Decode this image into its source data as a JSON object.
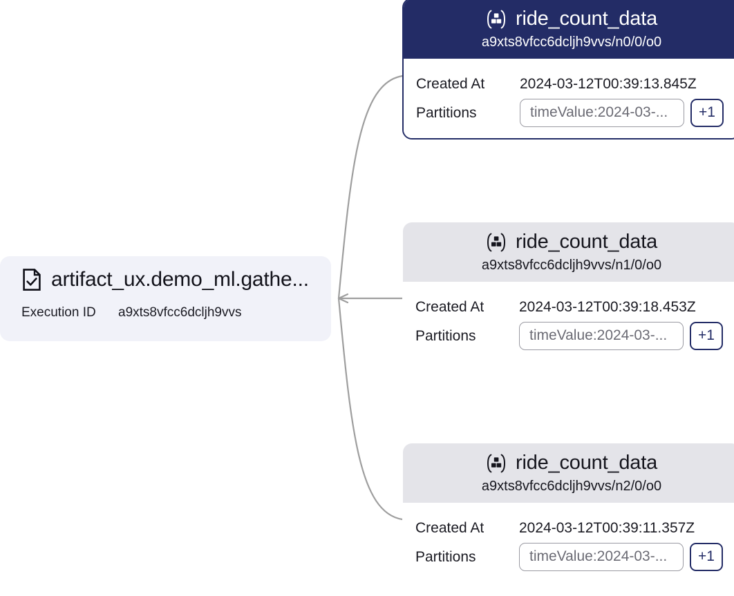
{
  "colors": {
    "navy": "#232c66",
    "card_header_gray": "#e4e4e9",
    "exec_node_bg": "#f1f2f9",
    "edge_stroke": "#9e9e9e",
    "chip_border": "#9a9aa2",
    "chip_text": "#6b6b74"
  },
  "execution_node": {
    "icon": "document-check-icon",
    "title": "artifact_ux.demo_ml.gathe...",
    "meta": {
      "label": "Execution ID",
      "value": "a9xts8vfcc6dcljh9vvs"
    }
  },
  "asset_cards": [
    {
      "icon": "cubes-icon",
      "name": "ride_count_data",
      "path": "a9xts8vfcc6dcljh9vvs/n0/0/o0",
      "selected": true,
      "rows": [
        {
          "label": "Created At",
          "value": "2024-03-12T00:39:13.845Z"
        }
      ],
      "partitions": {
        "label": "Partitions",
        "chip": "timeValue:2024-03-...",
        "more": "+1"
      }
    },
    {
      "icon": "cubes-icon",
      "name": "ride_count_data",
      "path": "a9xts8vfcc6dcljh9vvs/n1/0/o0",
      "selected": false,
      "rows": [
        {
          "label": "Created At",
          "value": "2024-03-12T00:39:18.453Z"
        }
      ],
      "partitions": {
        "label": "Partitions",
        "chip": "timeValue:2024-03-...",
        "more": "+1"
      }
    },
    {
      "icon": "cubes-icon",
      "name": "ride_count_data",
      "path": "a9xts8vfcc6dcljh9vvs/n2/0/o0",
      "selected": false,
      "rows": [
        {
          "label": "Created At",
          "value": "2024-03-12T00:39:11.357Z"
        }
      ],
      "partitions": {
        "label": "Partitions",
        "chip": "timeValue:2024-03-...",
        "more": "+1"
      }
    }
  ]
}
